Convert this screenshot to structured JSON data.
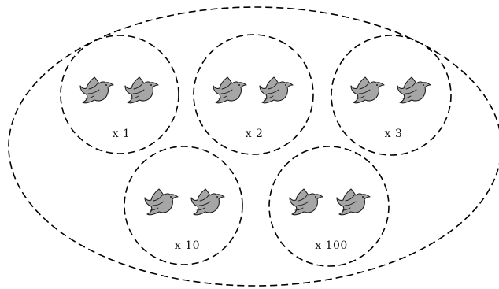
{
  "diagram": {
    "outer_group": {
      "border": "dashed"
    },
    "groups": [
      {
        "id": "group-1",
        "label": "x 1",
        "dove_count": 2
      },
      {
        "id": "group-2",
        "label": "x 2",
        "dove_count": 2
      },
      {
        "id": "group-3",
        "label": "x 3",
        "dove_count": 2
      },
      {
        "id": "group-10",
        "label": "x 10",
        "dove_count": 2
      },
      {
        "id": "group-100",
        "label": "x 100",
        "dove_count": 2
      }
    ],
    "icon": "dove-icon",
    "colors": {
      "dove_fill": "#a6a6a6",
      "stroke": "#000000",
      "background": "#ffffff"
    }
  }
}
